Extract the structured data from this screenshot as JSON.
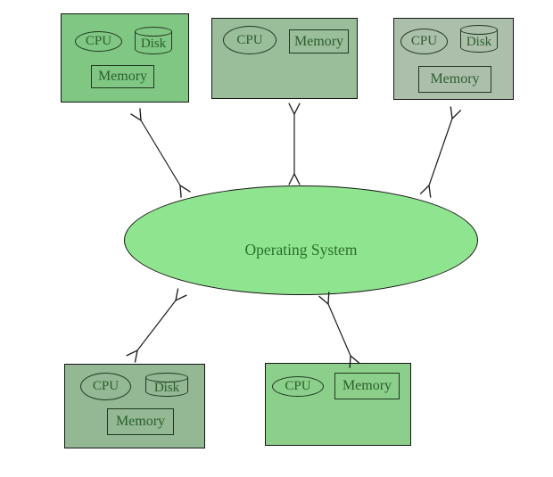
{
  "os": {
    "label": "Operating System",
    "fill": "#8fe58f"
  },
  "nodes": [
    {
      "name": "top-left",
      "cpu": "CPU",
      "disk": "Disk",
      "memory": "Memory",
      "fill": "#80c783"
    },
    {
      "name": "top-middle",
      "cpu": "CPU",
      "memory": "Memory",
      "fill": "#9abd9a"
    },
    {
      "name": "top-right",
      "cpu": "CPU",
      "disk": "Disk",
      "memory": "Memory",
      "fill": "#abbfab"
    },
    {
      "name": "bottom-left",
      "cpu": "CPU",
      "disk": "Disk",
      "memory": "Memory",
      "fill": "#93b893"
    },
    {
      "name": "bottom-right",
      "cpu": "CPU",
      "memory": "Memory",
      "fill": "#8bcf8b"
    }
  ],
  "colors": {
    "background": "#ffffff",
    "outline": "#1c1c1c",
    "component_text": "#2c5e2c",
    "os_text": "#2d6e2d"
  }
}
